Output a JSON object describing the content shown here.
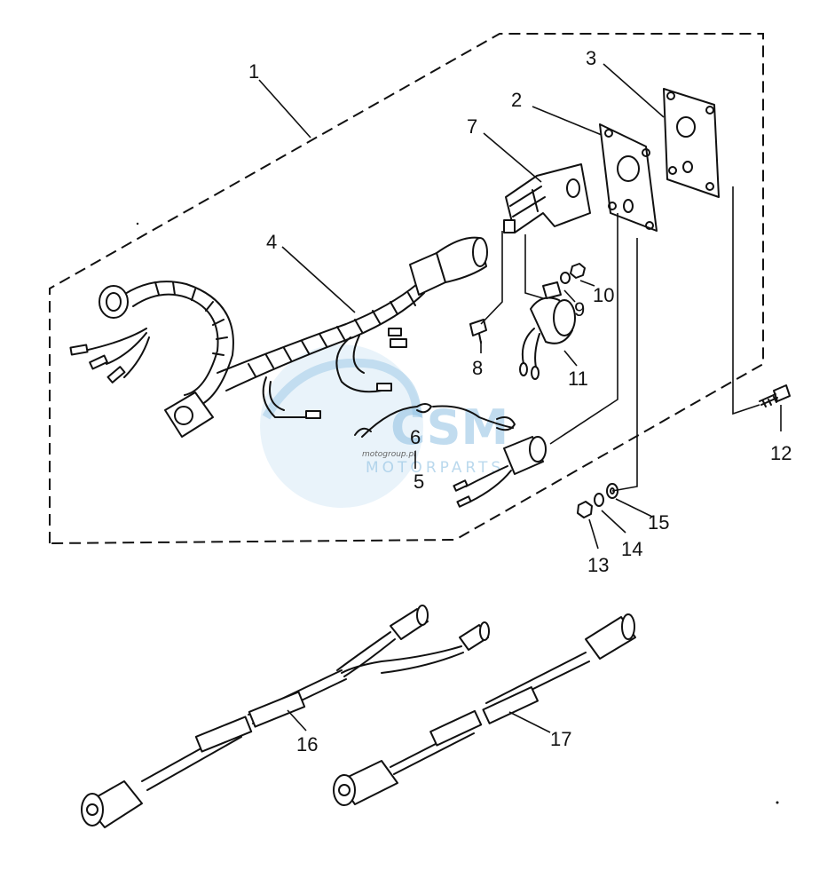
{
  "callouts": [
    {
      "id": "1",
      "text": "1"
    },
    {
      "id": "2",
      "text": "2"
    },
    {
      "id": "3",
      "text": "3"
    },
    {
      "id": "4",
      "text": "4"
    },
    {
      "id": "5",
      "text": "5"
    },
    {
      "id": "6",
      "text": "6"
    },
    {
      "id": "7",
      "text": "7"
    },
    {
      "id": "8",
      "text": "8"
    },
    {
      "id": "9",
      "text": "9"
    },
    {
      "id": "10",
      "text": "10"
    },
    {
      "id": "11",
      "text": "11"
    },
    {
      "id": "12",
      "text": "12"
    },
    {
      "id": "13",
      "text": "13"
    },
    {
      "id": "14",
      "text": "14"
    },
    {
      "id": "15",
      "text": "15"
    },
    {
      "id": "16",
      "text": "16"
    },
    {
      "id": "17",
      "text": "17"
    }
  ],
  "watermark": {
    "brand": "CSM",
    "tagline": "MOTORPARTS",
    "small": "motogroup.pl"
  },
  "colors": {
    "line": "#111111",
    "background": "#ffffff",
    "watermark": "#8fc0e2"
  }
}
